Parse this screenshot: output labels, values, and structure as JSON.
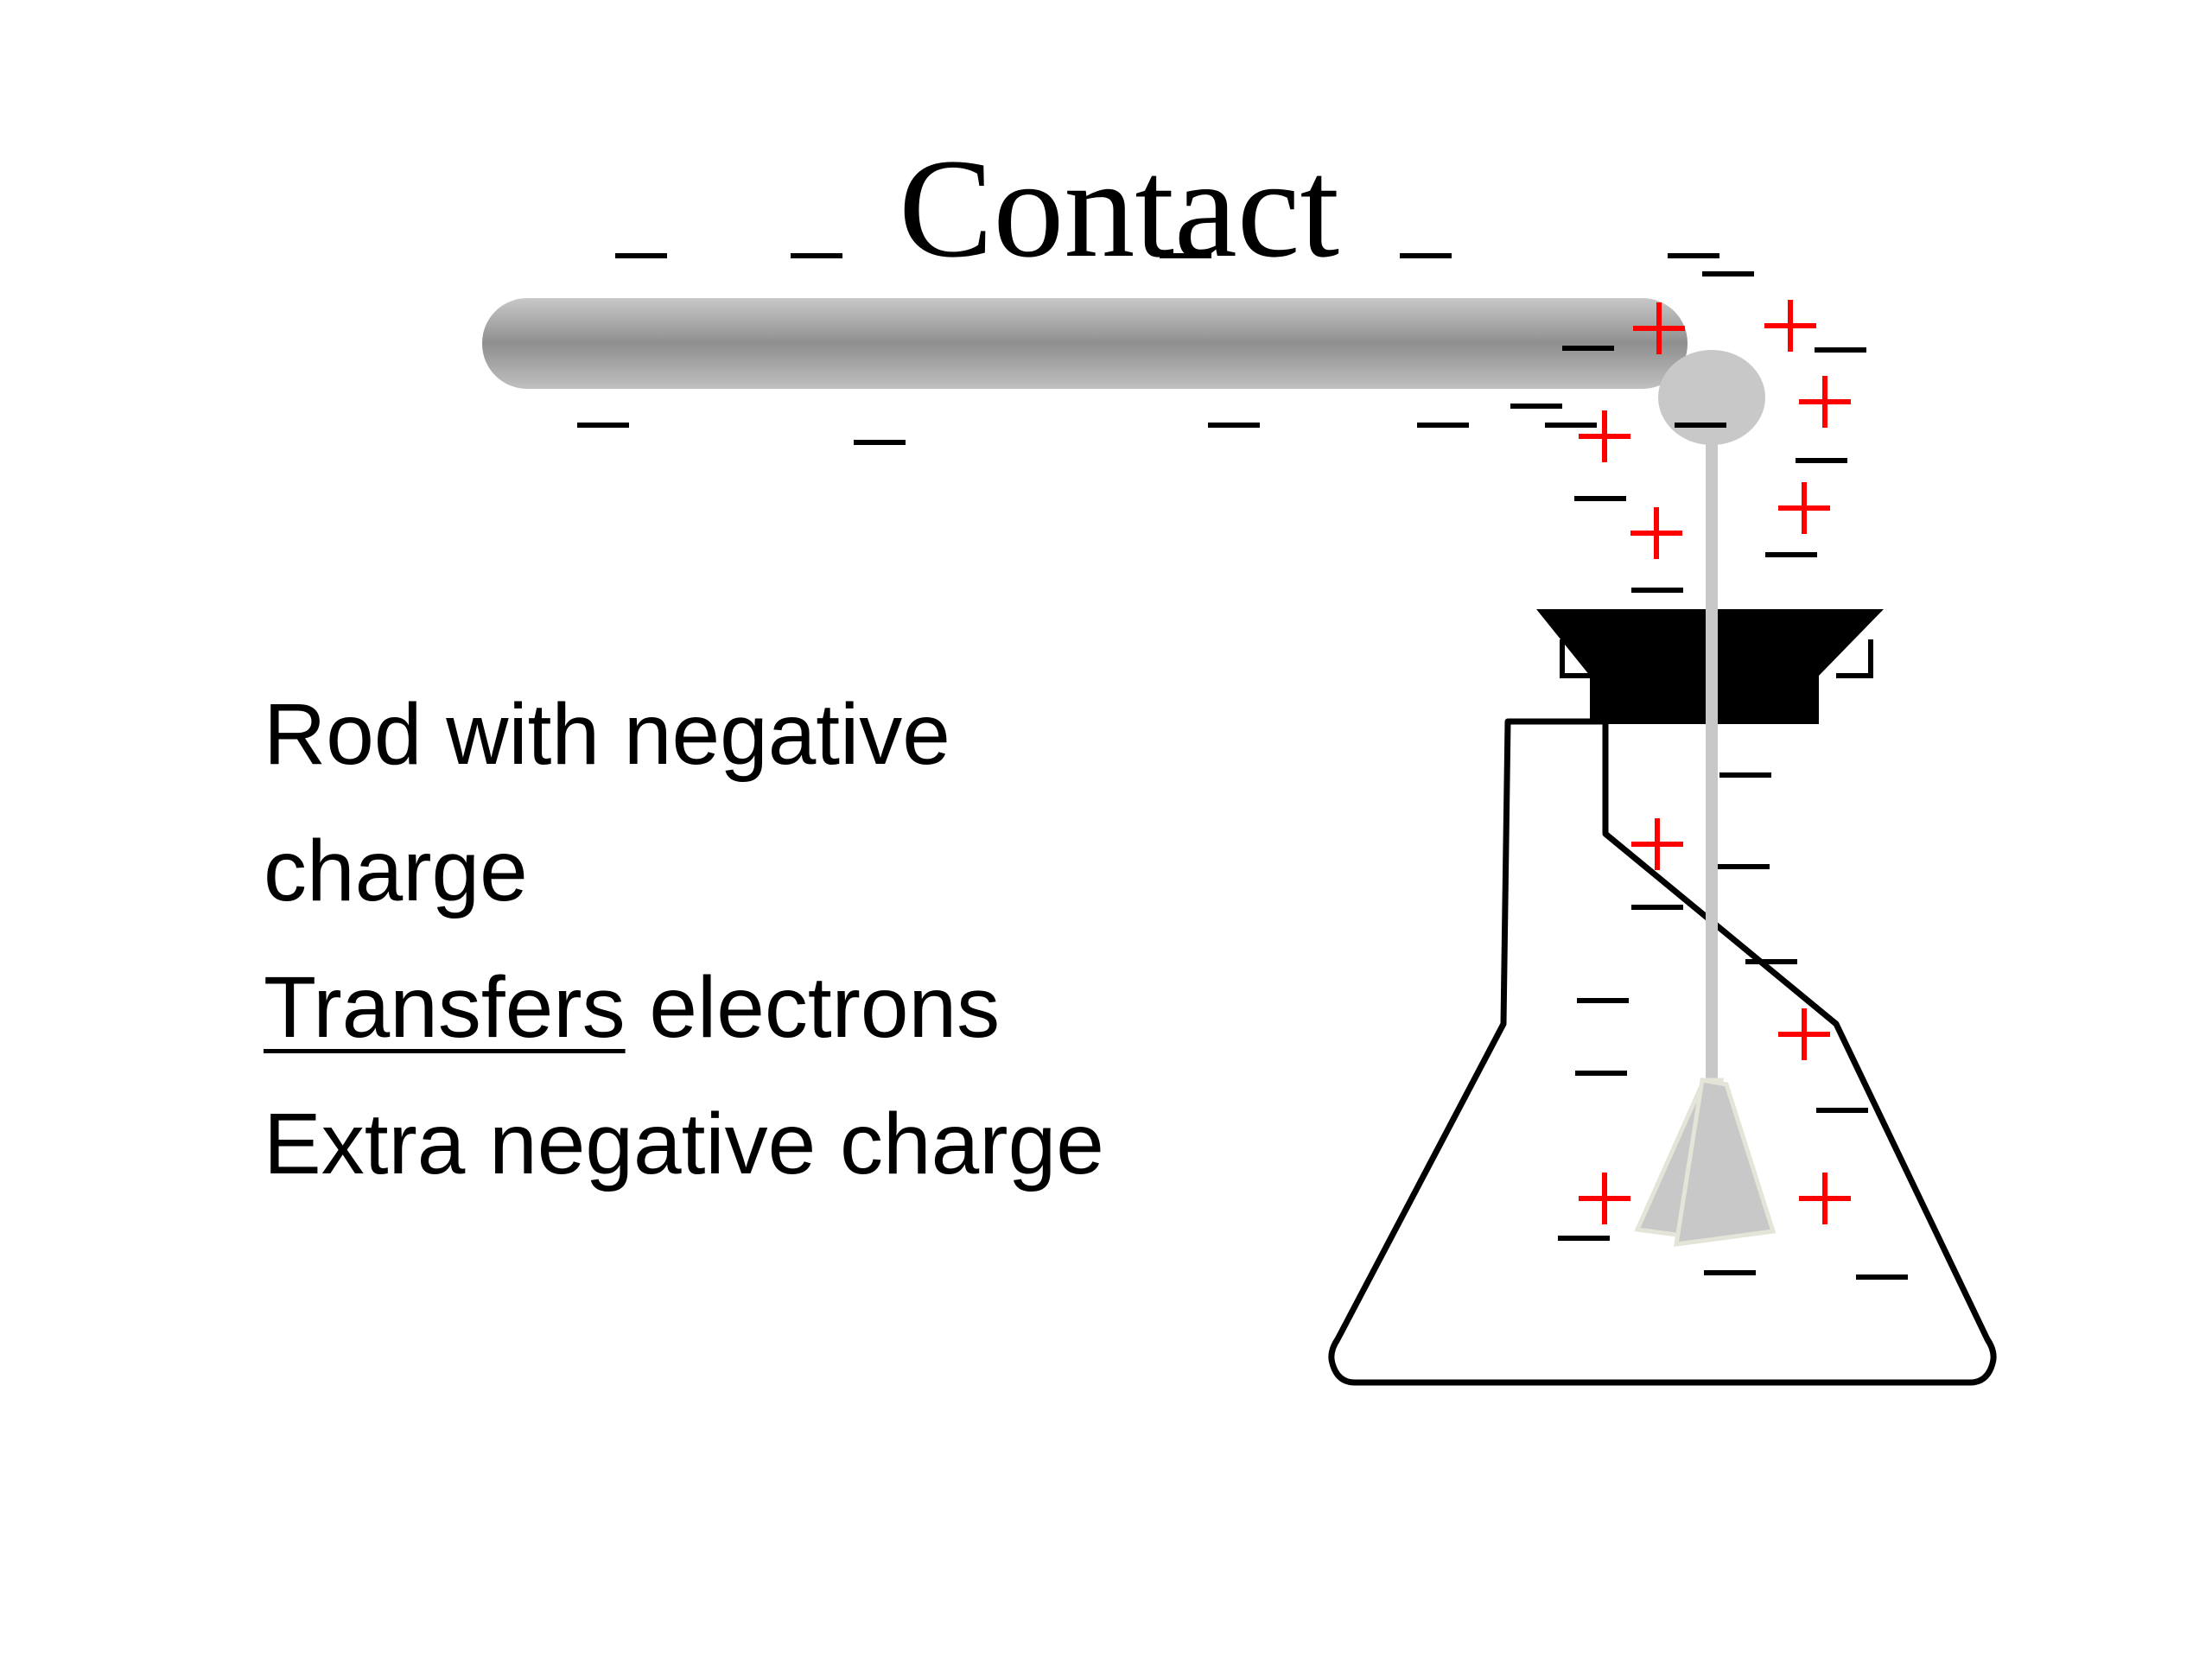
{
  "slide": {
    "title": "Contact",
    "bullets": [
      {
        "parts": [
          {
            "text": "Rod with negative",
            "underline": false
          }
        ]
      },
      {
        "parts": [
          {
            "text": "charge",
            "underline": false
          }
        ]
      },
      {
        "parts": [
          {
            "text": "Transfers",
            "underline": true
          },
          {
            "text": " electrons",
            "underline": false
          }
        ]
      },
      {
        "parts": [
          {
            "text": "Extra negative charge",
            "underline": false
          }
        ]
      }
    ]
  },
  "colors": {
    "negative": "#000000",
    "positive": "#ff0000",
    "rod": "#9a9a9a",
    "electroscope": "#c8c8c8",
    "stopper": "#000000",
    "flask_outline": "#000000"
  },
  "symbols": {
    "negative": "—",
    "positive": "+"
  }
}
